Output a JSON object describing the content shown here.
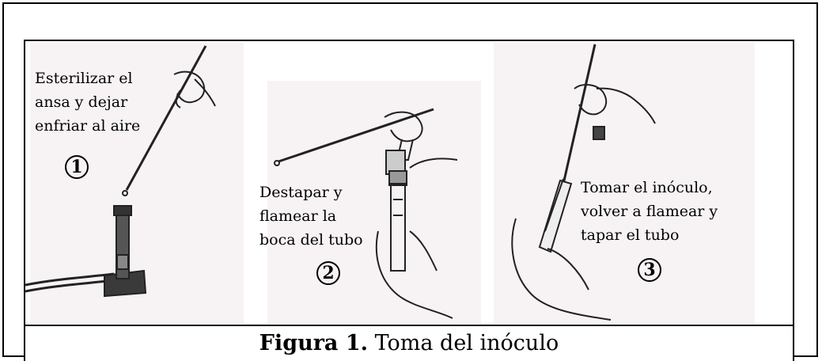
{
  "steps": [
    {
      "number": "1",
      "text": "Esterilizar el\nansa y dejar\nenfriar al aire"
    },
    {
      "number": "2",
      "text": "Destapar y\nflamear la\nboca del tubo"
    },
    {
      "number": "3",
      "text": "Tomar el inóculo,\nvolver a flamear y\ntapar el tubo"
    }
  ],
  "caption": {
    "label": "Figura 1.",
    "text": " Toma del inóculo"
  }
}
